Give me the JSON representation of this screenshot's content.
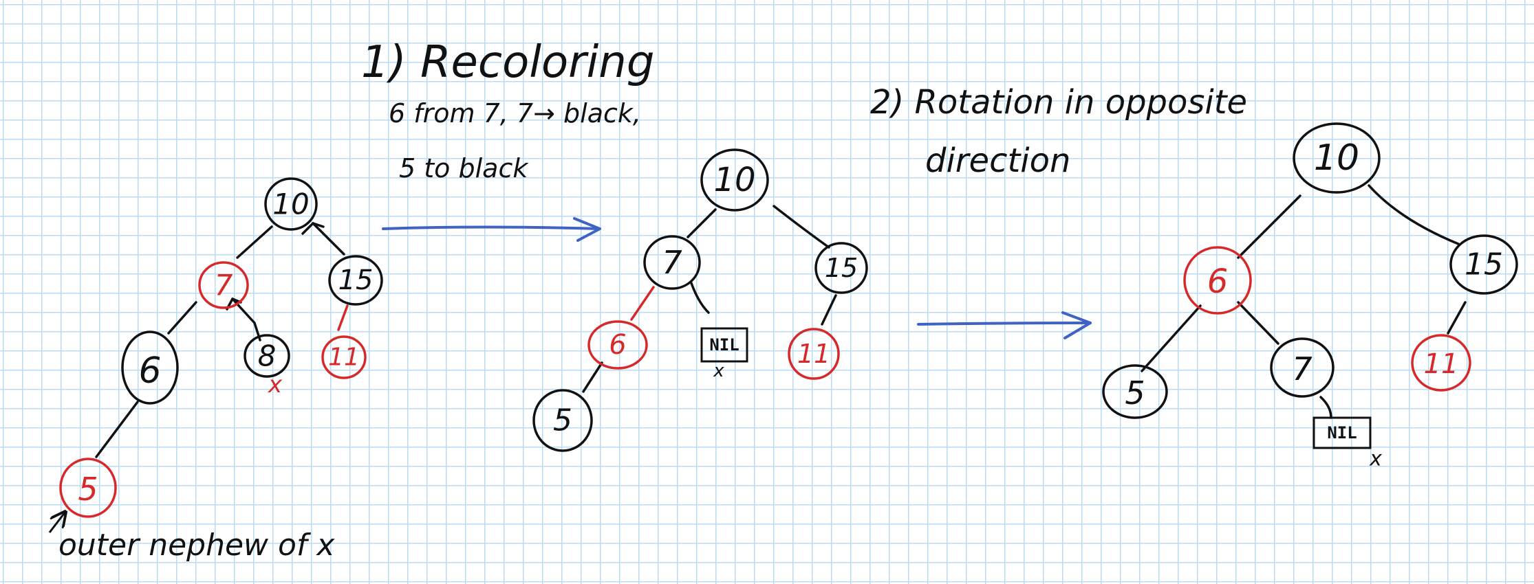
{
  "colors": {
    "black_ink": "#111111",
    "red_ink": "#d62a2a",
    "blue_arrow": "#3f63c4",
    "grid": "#b9dcf4"
  },
  "steps": {
    "step1_title": "1) Recoloring",
    "step1_note_line1": "6 from 7,  7→ black,",
    "step1_note_line2": "5  to  black",
    "step2_title_line1": "2) Rotation  in opposite",
    "step2_title_line2": "direction"
  },
  "annotations": {
    "outer_nephew": "outer nephew of x",
    "x_marker": "x"
  },
  "tree1": {
    "n10": "10",
    "n7": "7",
    "n15": "15",
    "n6": "6",
    "n8": "8",
    "n11": "11",
    "n5": "5"
  },
  "tree2": {
    "n10": "10",
    "n7": "7",
    "n15": "15",
    "n6": "6",
    "nil": "NIL",
    "n11": "11",
    "n5": "5"
  },
  "tree3": {
    "n10": "10",
    "n6": "6",
    "n15": "15",
    "n5": "5",
    "n7": "7",
    "n11": "11",
    "nil": "NIL"
  }
}
